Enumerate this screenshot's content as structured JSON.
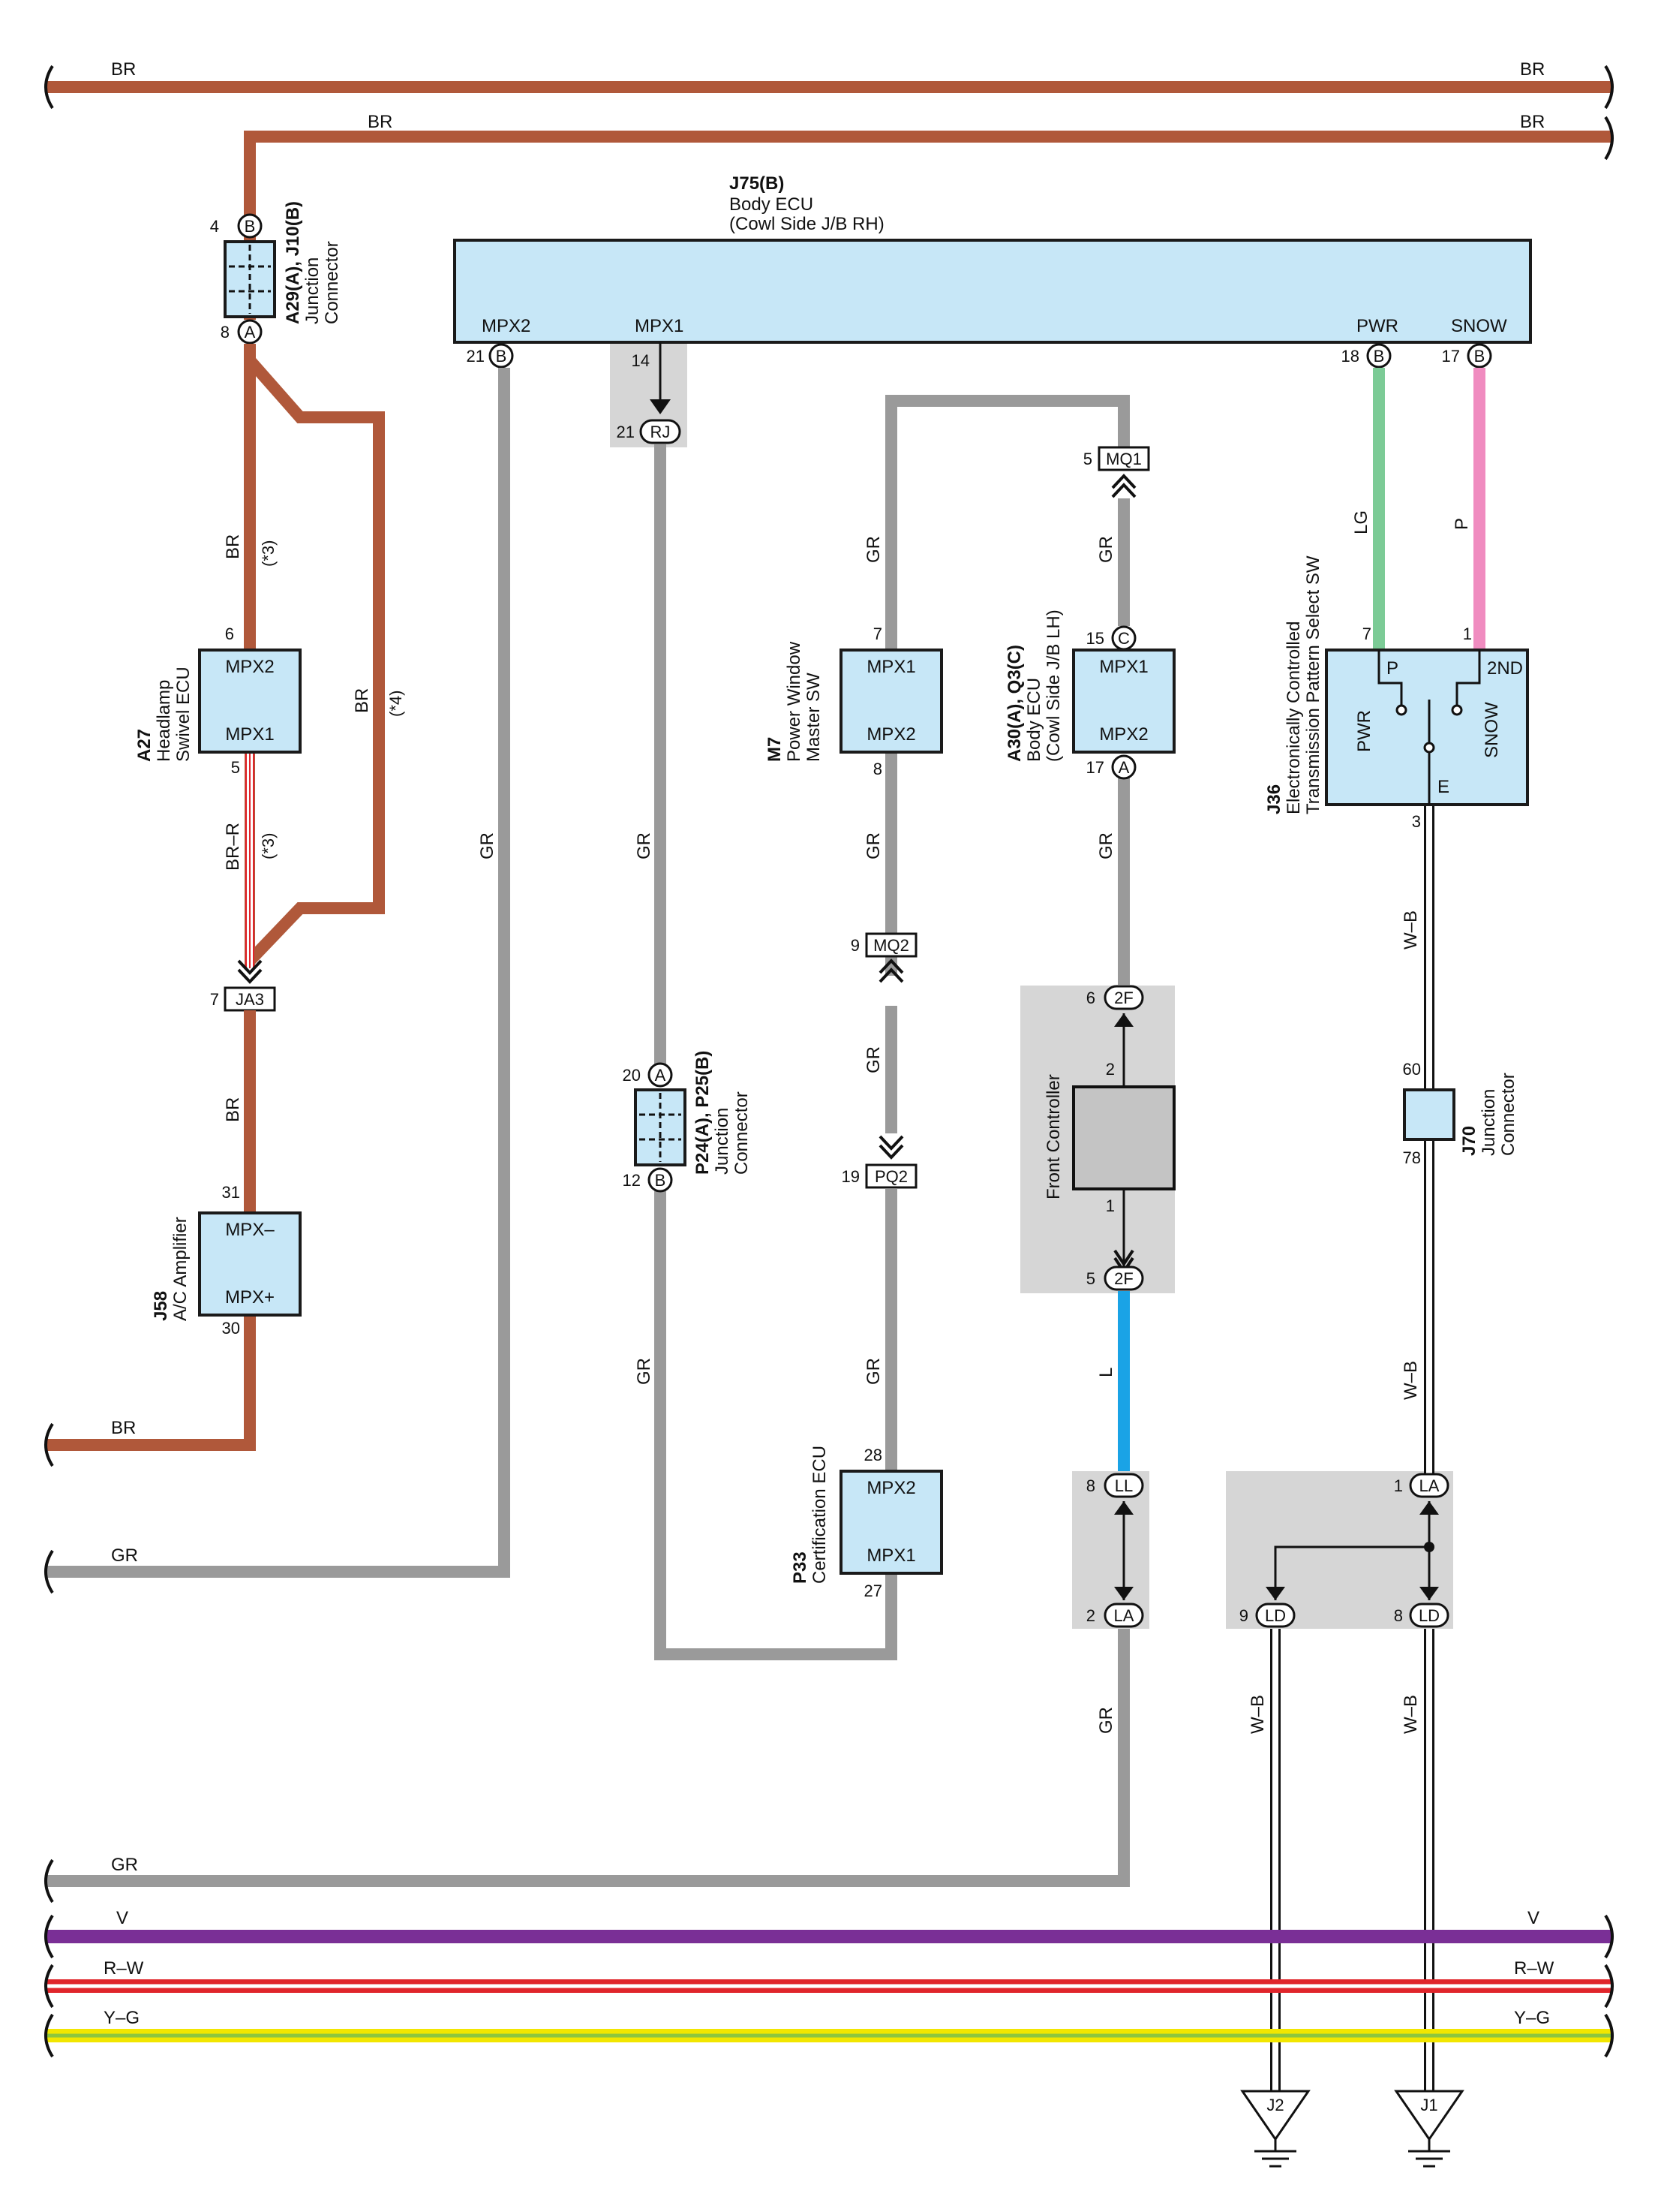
{
  "colors": {
    "BR": "#b0583a",
    "GR": "#9a9a9a",
    "LG": "#7ccb96",
    "P": "#f08cc0",
    "L": "#1aa3e6",
    "V": "#7a2f96",
    "R": "#e0252b",
    "Y": "#f2e600",
    "G": "#8cc63f",
    "box_fill": "#c7e7f7",
    "shade": "#d6d6d6"
  },
  "wires": {
    "top_br_1_left": "BR",
    "top_br_1_right": "BR",
    "top_br_2_left": "BR",
    "top_br_2_right": "BR",
    "br_bottom_left": "BR",
    "gr_mid_left": "GR",
    "gr_bottom_left": "GR",
    "v_left": "V",
    "v_right": "V",
    "rw_left": "R–W",
    "rw_right": "R–W",
    "yg_left": "Y–G",
    "yg_right": "Y–G",
    "br_a27_top": "BR",
    "br_a27_top_note": "(*3)",
    "br_loop": "BR",
    "br_loop_note": "(*4)",
    "brr": "BR–R",
    "brr_note": "(*3)",
    "br_j58": "BR",
    "gr_mpx2": "GR",
    "gr_rj": "GR",
    "gr_rj_low": "GR",
    "gr_m7_top": "GR",
    "gr_m7_mid": "GR",
    "gr_mq2": "GR",
    "gr_p33": "GR",
    "gr_a30_top": "GR",
    "gr_a30_low": "GR",
    "l_wire": "L",
    "gr_la": "GR",
    "lg": "LG",
    "p": "P",
    "wb_1": "W–B",
    "wb_2": "W–B",
    "wb_3": "W–B",
    "wb_4": "W–B"
  },
  "components": {
    "j75": {
      "code": "J75(B)",
      "name": "Body ECU",
      "sub": "(Cowl Side J/B RH)",
      "pins": {
        "mpx2": "MPX2",
        "mpx1": "MPX1",
        "pwr": "PWR",
        "snow": "SNOW"
      }
    },
    "a29": {
      "code": "A29(A), J10(B)",
      "name": "Junction",
      "name2": "Connector"
    },
    "a27": {
      "code": "A27",
      "name": "Headlamp",
      "name2": "Swivel ECU",
      "pin_top": "MPX2",
      "pin_bot": "MPX1"
    },
    "j58": {
      "code": "J58",
      "name": "A/C Amplifier",
      "pin_top": "MPX–",
      "pin_bot": "MPX+"
    },
    "p24": {
      "code": "P24(A), P25(B)",
      "name": "Junction",
      "name2": "Connector"
    },
    "m7": {
      "code": "M7",
      "name": "Power Window",
      "name2": "Master SW",
      "pin_top": "MPX1",
      "pin_bot": "MPX2"
    },
    "p33": {
      "code": "P33",
      "name": "Certification ECU",
      "pin_top": "MPX2",
      "pin_bot": "MPX1"
    },
    "a30": {
      "code": "A30(A), Q3(C)",
      "name": "Body ECU",
      "name2": "(Cowl Side J/B LH)",
      "pin_top": "MPX1",
      "pin_bot": "MPX2"
    },
    "front_ctrl": {
      "name": "Front Controller"
    },
    "j36": {
      "code": "J36",
      "name": "Electronically Controlled",
      "name2": "Transmission Pattern Select SW",
      "p": "P",
      "second": "2ND",
      "pwr": "PWR",
      "snow": "SNOW",
      "e": "E"
    },
    "j70": {
      "code": "J70",
      "name": "Junction",
      "name2": "Connector"
    }
  },
  "connectors": {
    "ja3": "JA3",
    "rj": "RJ",
    "mq1": "MQ1",
    "mq2": "MQ2",
    "pq2": "PQ2",
    "f2_top": "2F",
    "f2_bot": "2F",
    "ll": "LL",
    "la_left": "LA",
    "la_right": "LA",
    "ld_left": "LD",
    "ld_right": "LD",
    "j2": "J2",
    "j1": "J1"
  },
  "pins": {
    "a29_4": "4",
    "a29_b": "B",
    "a29_8": "8",
    "a29_a": "A",
    "j75_21": "21",
    "j75_14": "14",
    "j75_18": "18",
    "j75_17": "17",
    "b": "B",
    "rj_21": "21",
    "a27_6": "6",
    "a27_5": "5",
    "ja3_7": "7",
    "j58_31": "31",
    "j58_30": "30",
    "p24_20": "20",
    "p24_12": "12",
    "p24_a": "A",
    "p24_b": "B",
    "m7_7": "7",
    "m7_8": "8",
    "mq1_5": "5",
    "mq2_9": "9",
    "pq2_19": "19",
    "p33_28": "28",
    "p33_27": "27",
    "a30_15": "15",
    "a30_c": "C",
    "a30_17": "17",
    "a30_a": "A",
    "f2_6": "6",
    "fc_2": "2",
    "fc_1": "1",
    "f2_5": "5",
    "ll_8": "8",
    "la_2": "2",
    "j36_7": "7",
    "j36_1": "1",
    "j36_3": "3",
    "j70_60": "60",
    "j70_78": "78",
    "la_1": "1",
    "ld_9": "9",
    "ld_8": "8"
  }
}
